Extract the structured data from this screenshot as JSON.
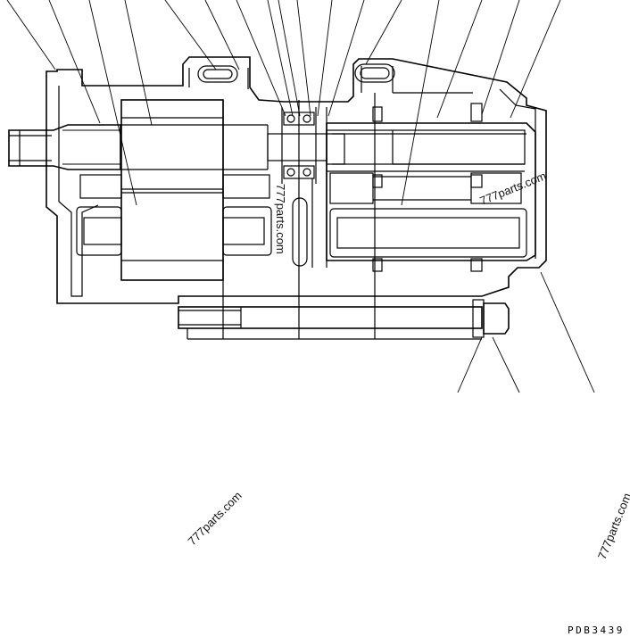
{
  "drawing": {
    "code": "PDB3439"
  },
  "watermarks": {
    "mark_1": "777parts.com",
    "mark_2": "777parts.com",
    "mark_3": "777parts.com",
    "mark_4": "777parts.com"
  }
}
